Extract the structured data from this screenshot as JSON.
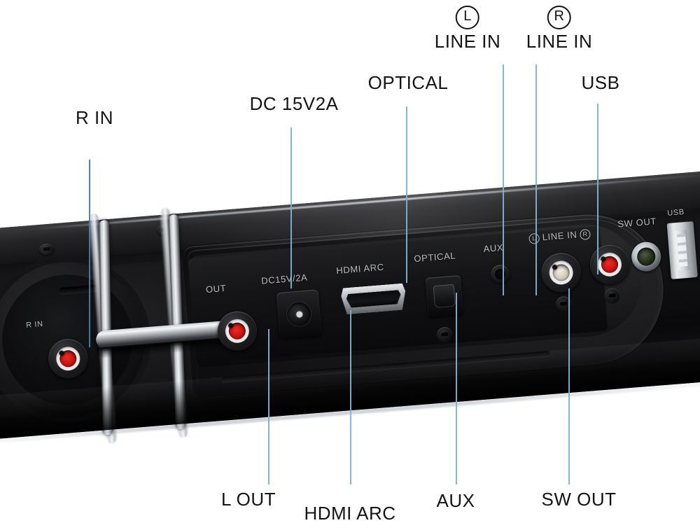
{
  "diagram": {
    "title": "Soundbar rear panel connection labels",
    "line_color": "#79b4d4",
    "text_color": "#141414"
  },
  "callouts": {
    "r_in": "R IN",
    "dc": "DC 15V2A",
    "optical": "OPTICAL",
    "line_in_l_channel": "L",
    "line_in_l": "LINE IN",
    "line_in_r_channel": "R",
    "line_in_r": "LINE IN",
    "usb": "USB",
    "l_out": "L OUT",
    "hdmi_arc": "HDMI ARC",
    "aux": "AUX",
    "sw_out": "SW OUT"
  },
  "panel_silkscreen": {
    "l_out": "OUT",
    "dc": "DC15V/2A",
    "hdmi": "HDMI ARC",
    "optical": "OPTICAL",
    "aux": "AUX",
    "line_in_l_mark": "L",
    "line_in": "LINE IN",
    "line_in_r_mark": "R",
    "sw_out": "SW OUT",
    "usb": "USB",
    "r_in": "R IN"
  },
  "connector_colors": {
    "rca_red": "#c51410",
    "rca_white": "#cfc9b4",
    "chrome": "#e8ebee",
    "body_black": "#0d0d0f"
  }
}
